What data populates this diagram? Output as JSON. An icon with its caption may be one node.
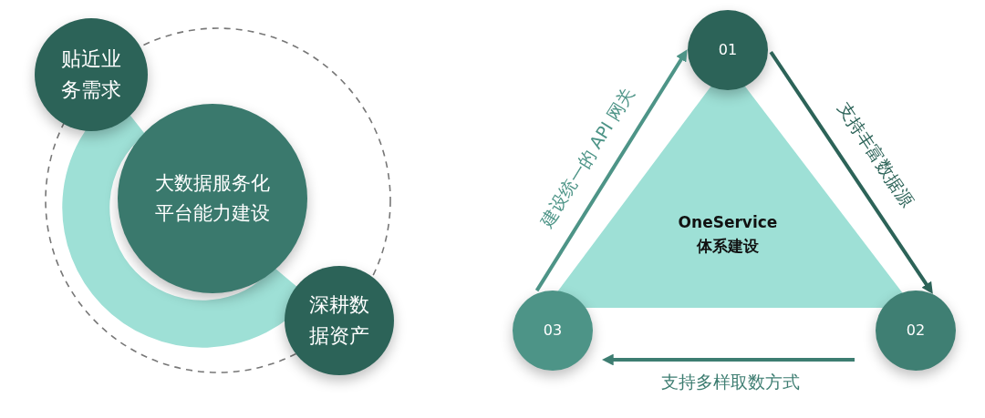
{
  "diagram": {
    "nodes": [
      {
        "text": [
          "贴近业务需求"
        ]
      },
      {
        "text": [
          "大数据服务化平台能力建设"
        ]
      },
      {
        "text": [
          "深耕数据资产"
        ]
      },
      {
        "text": [
          "OneService 体系建设"
        ]
      },
      {
        "text": [
          "01"
        ]
      },
      {
        "text": [
          "02"
        ]
      },
      {
        "text": [
          "03"
        ]
      }
    ],
    "edges": [
      {
        "from": 6,
        "to": 4,
        "arrow": "to",
        "label": "建设统一的 API 网关"
      },
      {
        "from": 4,
        "to": 5,
        "arrow": "to",
        "label": "支持丰富数据源"
      },
      {
        "from": 5,
        "to": 6,
        "arrow": "to",
        "label": "支持多样取数方式"
      }
    ]
  }
}
